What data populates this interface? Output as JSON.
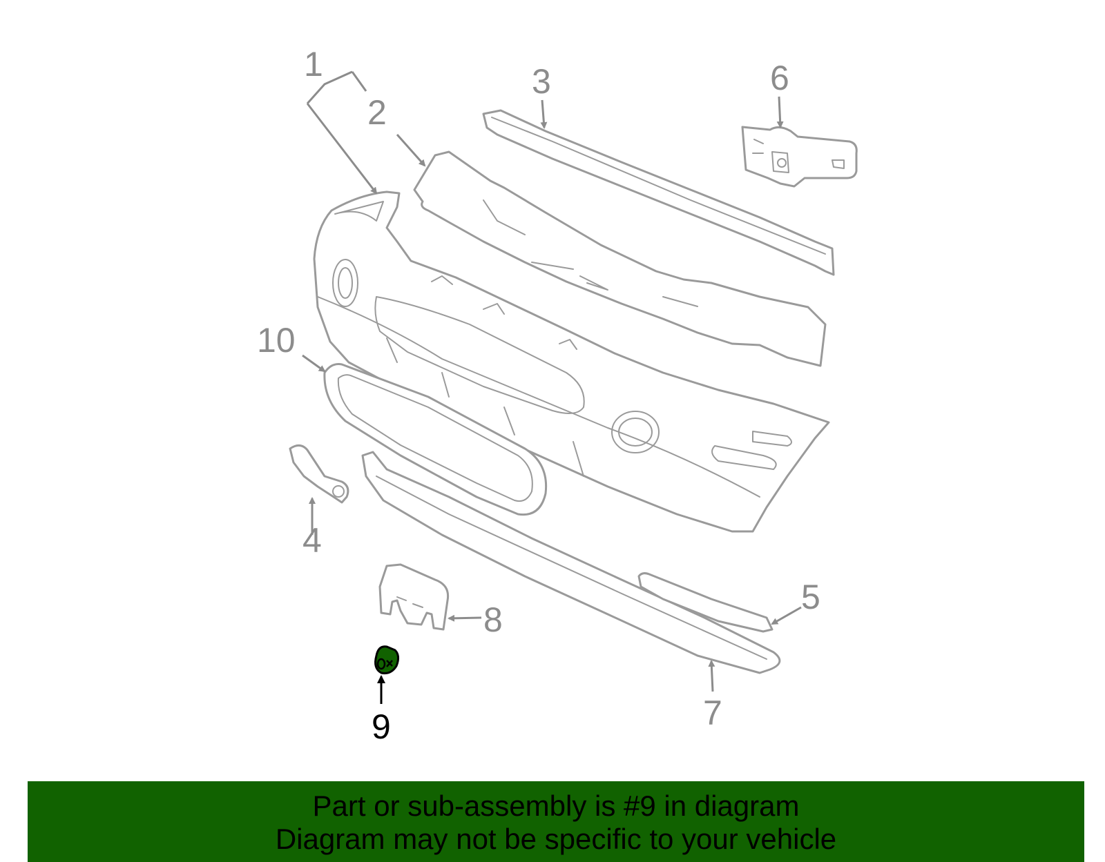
{
  "diagram": {
    "callouts": [
      "1",
      "2",
      "3",
      "4",
      "5",
      "6",
      "7",
      "8",
      "9",
      "10"
    ],
    "highlighted_part": "9",
    "colors": {
      "line_art": "#9a9a9a",
      "highlight_fill": "#116200",
      "banner_background": "#116200",
      "highlight_text": "#000000"
    }
  },
  "banner": {
    "line1": "Part or sub-assembly is #9 in diagram",
    "line2": "Diagram may not be specific to your vehicle"
  }
}
